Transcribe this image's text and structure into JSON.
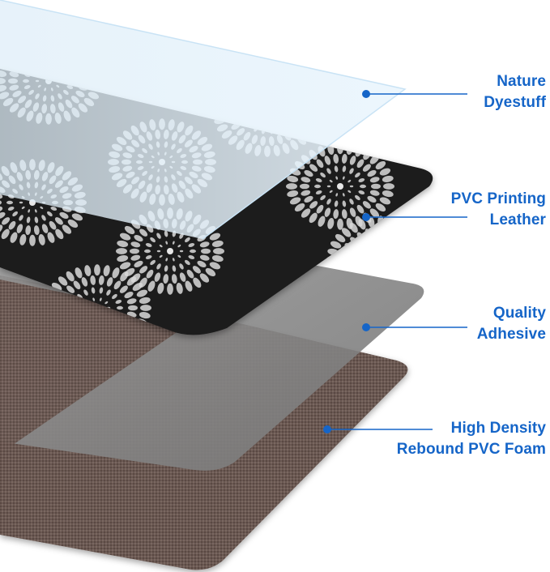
{
  "accent_color": "#1565c8",
  "layers": [
    {
      "id": "nature-dyestuff",
      "lines": [
        "Nature",
        "Dyestuff"
      ]
    },
    {
      "id": "pvc-printing-leather",
      "lines": [
        "PVC Printing",
        "Leather"
      ]
    },
    {
      "id": "quality-adhesive",
      "lines": [
        "Quality",
        "Adhesive"
      ]
    },
    {
      "id": "high-density-foam",
      "lines": [
        "High Density",
        "Rebound PVC Foam"
      ]
    }
  ]
}
